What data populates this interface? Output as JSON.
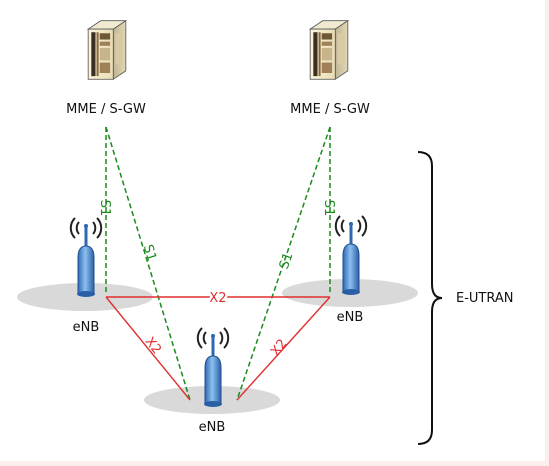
{
  "gateways": [
    {
      "label": "MME / S-GW",
      "icon": "server-tower-icon"
    },
    {
      "label": "MME / S-GW",
      "icon": "server-tower-icon"
    }
  ],
  "enbs": [
    {
      "label": "eNB",
      "icon": "antenna-tower-icon"
    },
    {
      "label": "eNB",
      "icon": "antenna-tower-icon"
    },
    {
      "label": "eNB",
      "icon": "antenna-tower-icon"
    }
  ],
  "interfaces": {
    "s1": "S1",
    "x2": "X2"
  },
  "colors": {
    "s1_link": "#1a8a1a",
    "x2_link": "#e03030",
    "antenna": "#3f7fc8",
    "ground": "#d9d9d9",
    "brace": "#111111"
  },
  "region_label": "E-UTRAN"
}
